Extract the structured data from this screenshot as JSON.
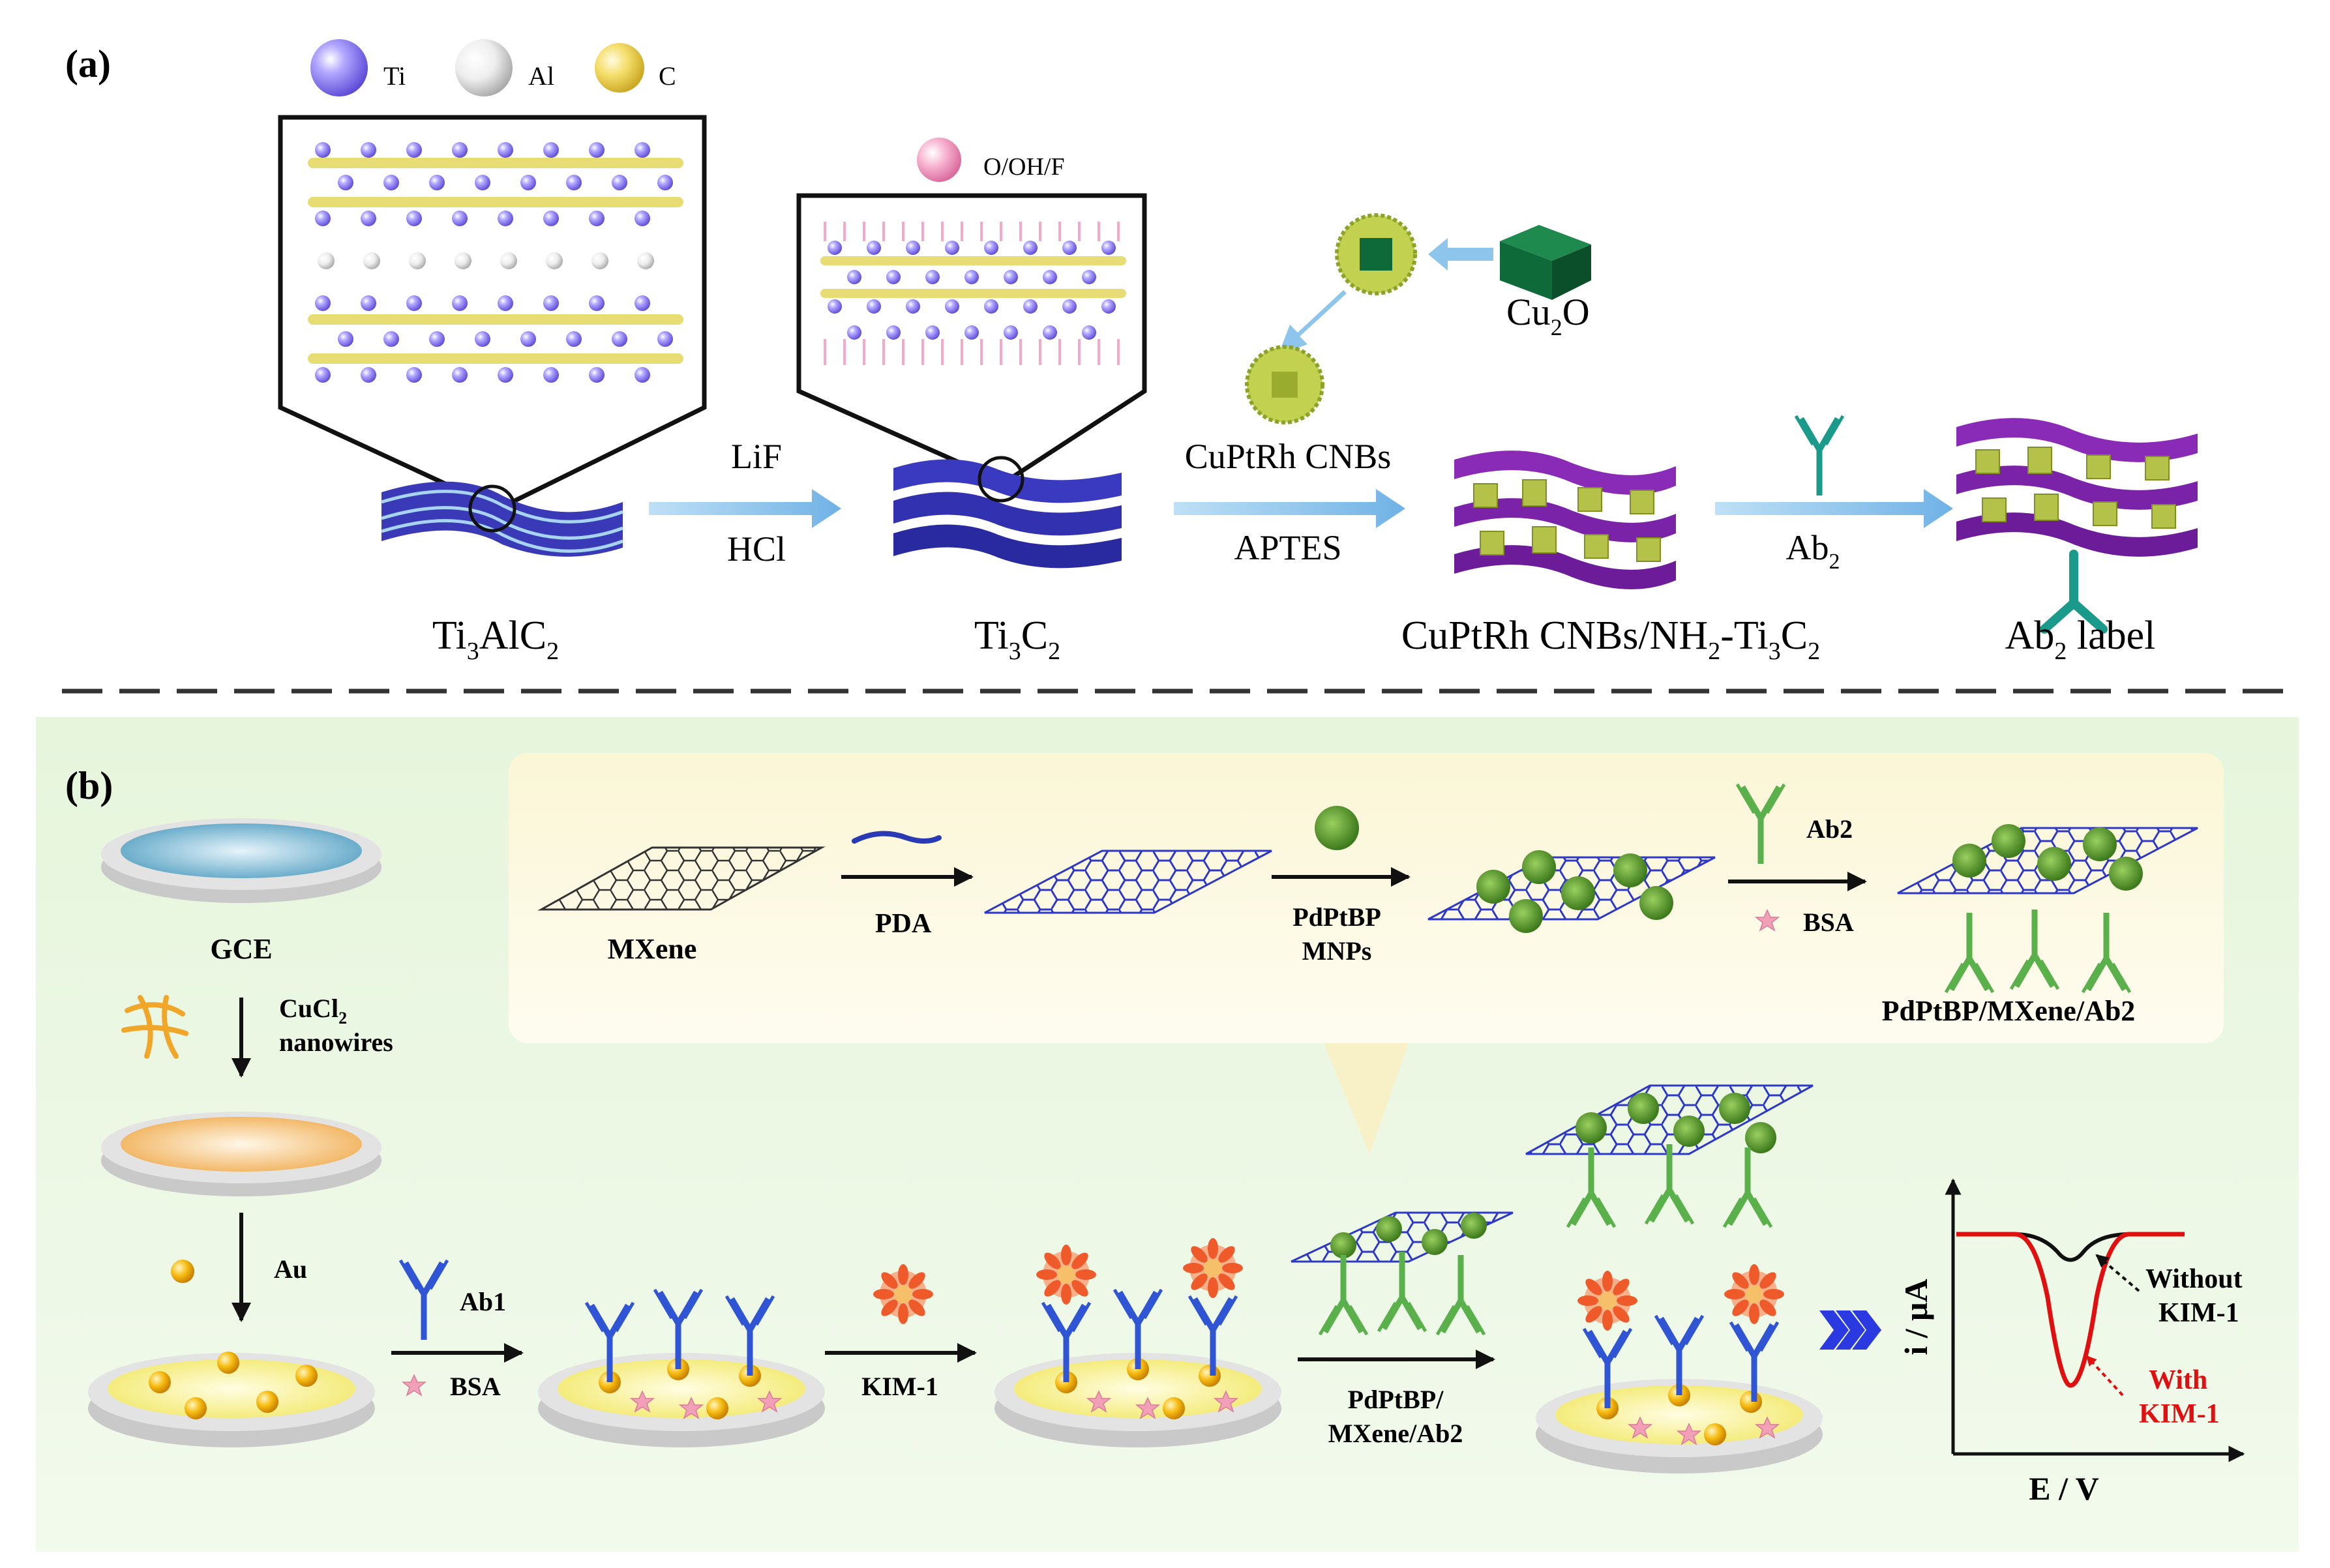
{
  "panel_a": {
    "label": "(a)",
    "legend": {
      "ti": "Ti",
      "al": "Al",
      "c": "C",
      "ohf": "O/OH/F"
    },
    "steps": {
      "s1": {
        "line1": "LiF",
        "line2": "HCl"
      },
      "s2": {
        "line1": "CuPtRh CNBs",
        "line2": "APTES"
      },
      "s3": {
        "line2_main": "Ab",
        "line2_sub": "2"
      }
    },
    "cu2o": {
      "main": "Cu",
      "sub": "2",
      "tail": "O"
    },
    "captions": {
      "ti3alc2": {
        "p1": "Ti",
        "s1": "3",
        "p2": "AlC",
        "s2": "2"
      },
      "ti3c2": {
        "p1": "Ti",
        "s1": "3",
        "p2": "C",
        "s2": "2"
      },
      "composite": {
        "p1": "CuPtRh CNBs/NH",
        "s1": "2",
        "p2": "-Ti",
        "s2": "3",
        "p3": "C",
        "s3": "2"
      },
      "label": {
        "p1": "Ab",
        "s1": "2",
        "p2": " label"
      }
    }
  },
  "panel_b": {
    "label": "(b)",
    "gce": "GCE",
    "cucl2": {
      "main": "CuCl",
      "sub": "2",
      "line2": "nanowires"
    },
    "au": "Au",
    "ab1": "Ab1",
    "bsa": "BSA",
    "kim1": "KIM-1",
    "detect": {
      "line1": "PdPtBP/",
      "line2": "MXene/Ab2"
    },
    "inset": {
      "mxene": "MXene",
      "pda": "PDA",
      "pdptbp": {
        "line1": "PdPtBP",
        "line2": "MNPs"
      },
      "ab2": "Ab2",
      "bsa": "BSA",
      "product": "PdPtBP/MXene/Ab2"
    },
    "graph": {
      "ylabel": "i / μA",
      "xlabel": "E / V",
      "without": {
        "line1": "Without",
        "line2": "KIM-1"
      },
      "with": {
        "line1": "With",
        "line2": "KIM-1"
      },
      "colors": {
        "without": "#111111",
        "with": "#e01010"
      }
    }
  },
  "colors": {
    "ti": "#8b7cf0",
    "al": "#f2f2f2",
    "c": "#f0dc6a",
    "ohf": "#f5a6c6",
    "mxene_layer": "#3f3fc8",
    "purple_layer": "#8a2bb8",
    "nanobox": "#b4c24a",
    "arrow": "#8ec5ec",
    "antibody_blue": "#2f55d4",
    "antibody_green": "#5ab04a",
    "gold": "#f4b400",
    "kim1": "#f06a3a",
    "panel_b_bg": "#eef8e6"
  }
}
